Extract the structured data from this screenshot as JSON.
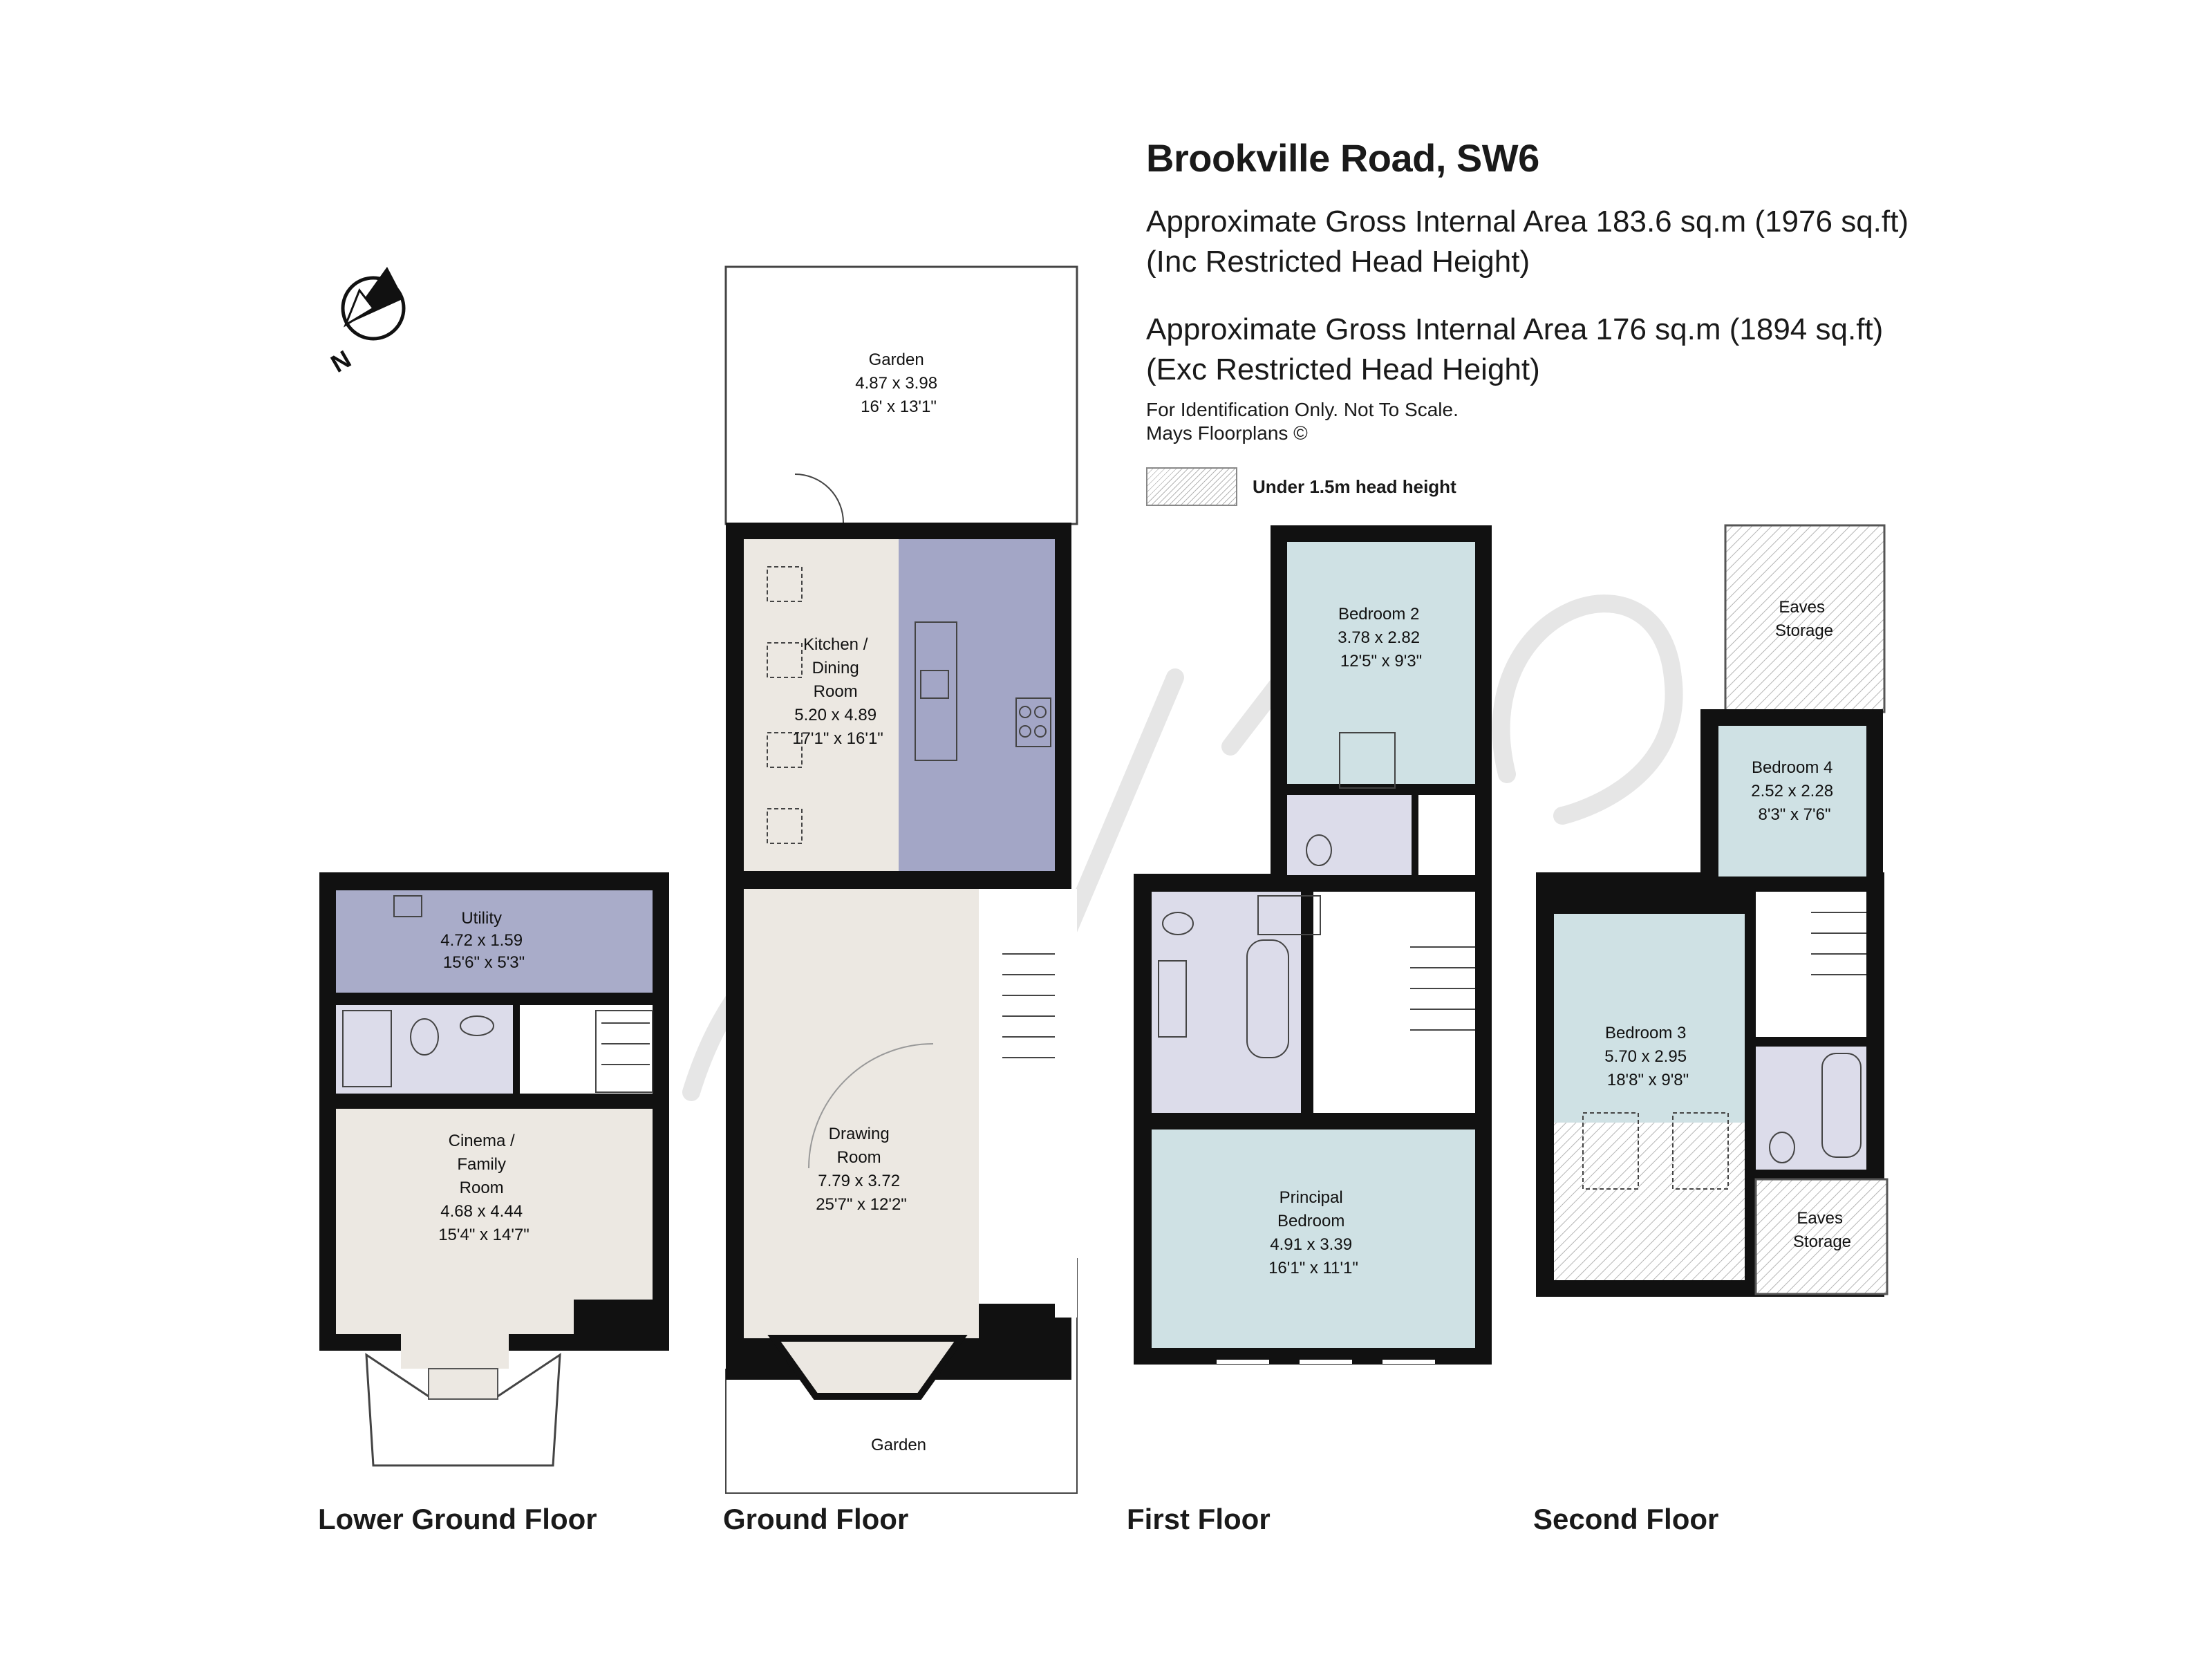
{
  "header": {
    "title": "Brookville Road, SW6",
    "area_inc_line1": "Approximate Gross Internal Area 183.6 sq.m (1976 sq.ft)",
    "area_inc_line2": "(Inc Restricted Head Height)",
    "area_exc_line1": "Approximate Gross Internal Area 176 sq.m (1894 sq.ft)",
    "area_exc_line2": "(Exc Restricted Head Height)",
    "note_line1": "For Identification Only. Not To Scale.",
    "note_line2": "Mays Floorplans ©",
    "legend_label": "Under 1.5m head height"
  },
  "compass": {
    "label": "N"
  },
  "floors": [
    {
      "label": "Lower Ground Floor"
    },
    {
      "label": "Ground Floor"
    },
    {
      "label": "First Floor"
    },
    {
      "label": "Second Floor"
    }
  ],
  "rooms": {
    "utility": {
      "name": [
        "Utility"
      ],
      "metric": "4.72 x 1.59",
      "imperial": "15'6\" x 5'3\""
    },
    "cinema": {
      "name": [
        "Cinema /",
        "Family",
        "Room"
      ],
      "metric": "4.68 x 4.44",
      "imperial": "15'4\" x 14'7\""
    },
    "garden_rear": {
      "name": [
        "Garden"
      ],
      "metric": "4.87 x 3.98",
      "imperial": "16' x 13'1\""
    },
    "kitchen": {
      "name": [
        "Kitchen /",
        "Dining",
        "Room"
      ],
      "metric": "5.20 x 4.89",
      "imperial": "17'1\" x 16'1\""
    },
    "drawing": {
      "name": [
        "Drawing",
        "Room"
      ],
      "metric": "7.79 x 3.72",
      "imperial": "25'7\" x 12'2\""
    },
    "garden_front": {
      "name": [
        "Garden"
      ]
    },
    "bedroom2": {
      "name": [
        "Bedroom 2"
      ],
      "metric": "3.78 x 2.82",
      "imperial": "12'5\" x 9'3\""
    },
    "principal": {
      "name": [
        "Principal",
        "Bedroom"
      ],
      "metric": "4.91 x 3.39",
      "imperial": "16'1\" x 11'1\""
    },
    "eaves_top": {
      "name": [
        "Eaves",
        "Storage"
      ]
    },
    "bedroom4": {
      "name": [
        "Bedroom 4"
      ],
      "metric": "2.52 x 2.28",
      "imperial": "8'3\" x 7'6\""
    },
    "bedroom3": {
      "name": [
        "Bedroom 3"
      ],
      "metric": "5.70 x 2.95",
      "imperial": "18'8\" x 9'8\""
    },
    "eaves_bottom": {
      "name": [
        "Eaves",
        "Storage"
      ]
    }
  },
  "colors": {
    "wall": "#111111",
    "living": "#ece8e2",
    "kitchen": "#a3a6c6",
    "utility": "#a9acc9",
    "bathroom": "#dcdcea",
    "bedroom": "#cfe1e4",
    "hatch_line": "#b5b5b5"
  }
}
